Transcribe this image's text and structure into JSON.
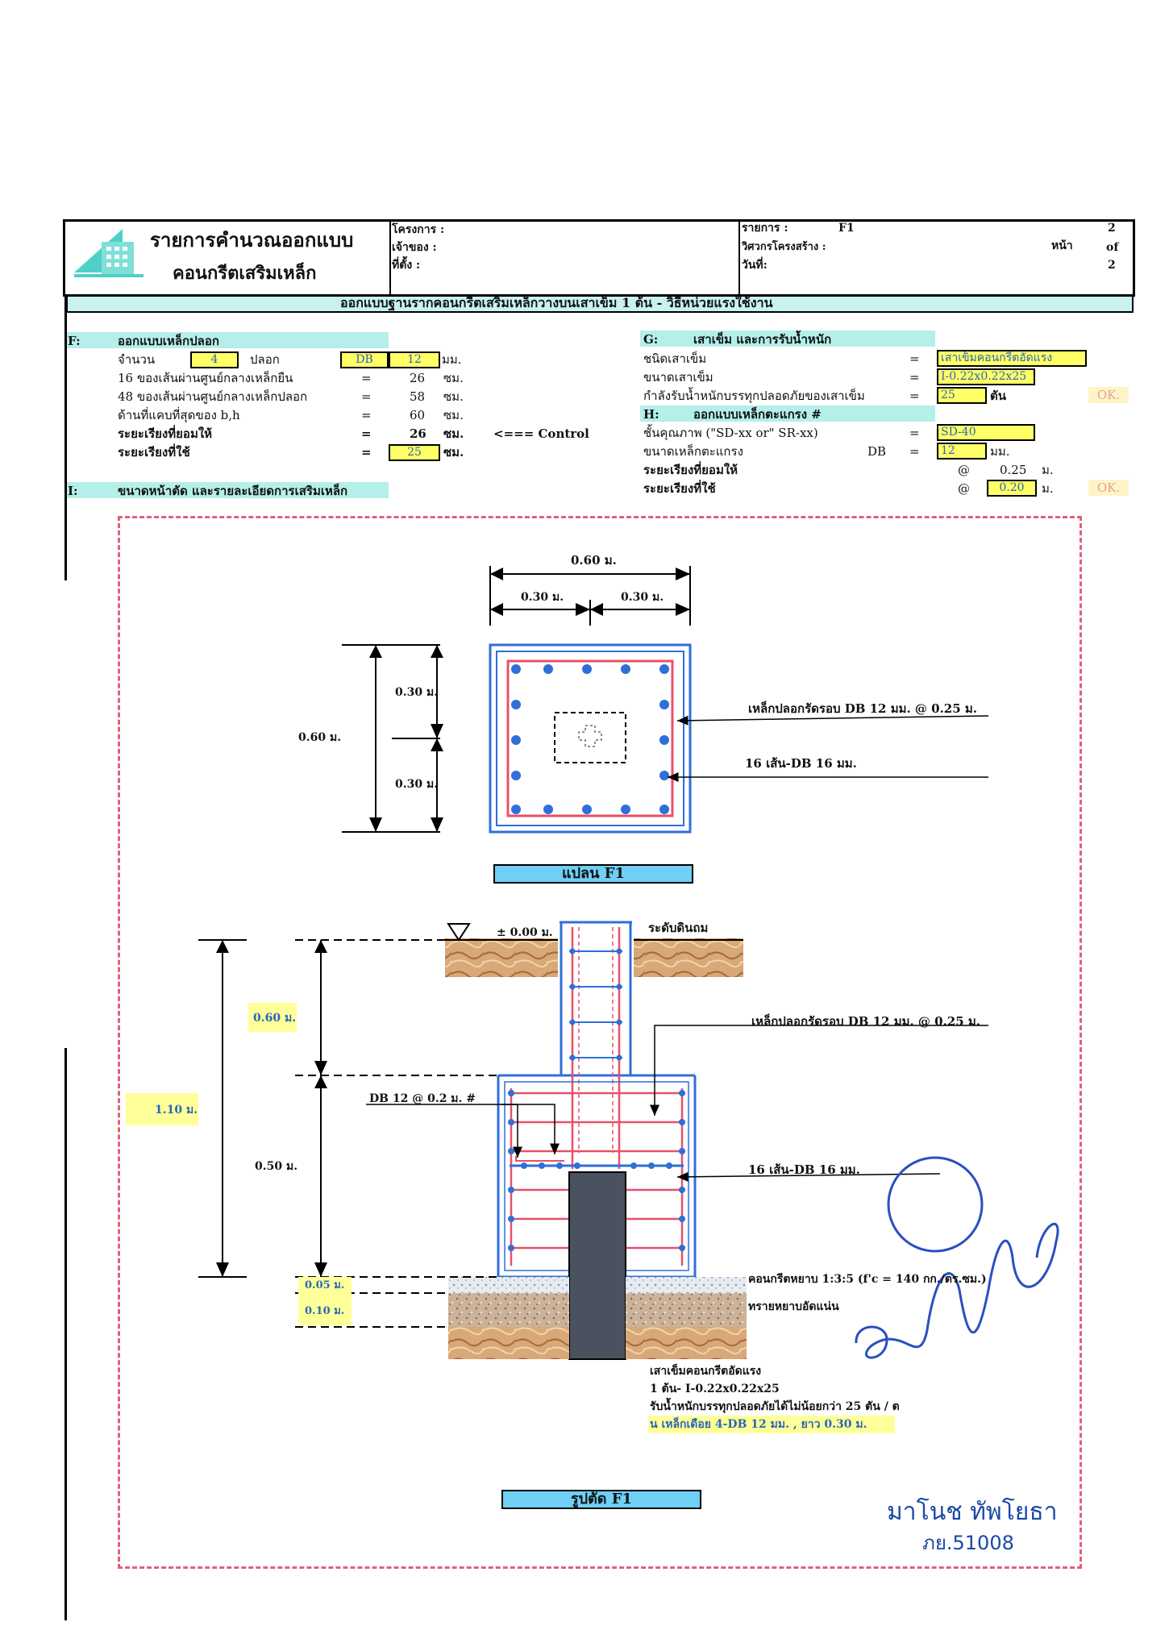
{
  "header": {
    "title_line1": "รายการคำนวณออกแบบ",
    "title_line2": "คอนกรีตเสริมเหล็ก",
    "project_label": "โครงการ :",
    "owner_label": "เจ้าของ :",
    "location_label": "ที่ตั้ง :",
    "item_label": "รายการ :",
    "item_value": "F1",
    "engineer_label": "วิศวกรโครงสร้าง :",
    "date_label": "วันที่:",
    "page_label": "หน้า",
    "page_no": "2",
    "of_label": "of",
    "page_total": "2"
  },
  "banner": "ออกแบบฐานรากคอนกรีตเสริมเหล็กวางบนเสาเข็ม 1 ต้น - วิธีหน่วยแรงใช้งาน",
  "sectionF": {
    "code": "F:",
    "title": "ออกแบบเหล็กปลอก",
    "rows": [
      {
        "label": "จำนวน",
        "v1": "4",
        "unit1": "ปลอก",
        "v2": "DB",
        "v3": "12",
        "unit": "มม."
      },
      {
        "label": "16 ของเส้นผ่านศูนย์กลางเหล็กยืน",
        "eq": "=",
        "value": "26",
        "unit": "ซม."
      },
      {
        "label": "48 ของเส้นผ่านศูนย์กลางเหล็กปลอก",
        "eq": "=",
        "value": "58",
        "unit": "ซม."
      },
      {
        "label": "ด้านที่แคบที่สุดของ b,h",
        "eq": "=",
        "value": "60",
        "unit": "ซม."
      },
      {
        "label": "ระยะเรียงที่ยอมให้",
        "eq": "=",
        "value": "26",
        "unit": "ซม.",
        "note": "<=== Control"
      },
      {
        "label": "ระยะเรียงที่ใช้",
        "eq": "=",
        "value": "25",
        "unit": "ซม."
      }
    ]
  },
  "sectionI": {
    "code": "I:",
    "title": "ขนาดหน้าตัด และรายละเอียดการเสริมเหล็ก"
  },
  "sectionG": {
    "code": "G:",
    "title": "เสาเข็ม และการรับน้ำหนัก",
    "rows": [
      {
        "label": "ชนิดเสาเข็ม",
        "eq": "=",
        "value": "เสาเข็มคอนกรีตอัดแรง"
      },
      {
        "label": "ขนาดเสาเข็ม",
        "eq": "=",
        "value": "I-0.22x0.22x25"
      },
      {
        "label": "กำลังรับน้ำหนักบรรทุกปลอดภัยของเสาเข็ม",
        "eq": "=",
        "value": "25",
        "unit": "ตัน",
        "status": "OK."
      }
    ]
  },
  "sectionH": {
    "code": "H:",
    "title": "ออกแบบเหล็กตะแกรง #",
    "rows": [
      {
        "label": "ชั้นคุณภาพ  (\"SD-xx or\" SR-xx)",
        "eq": "=",
        "value": "SD-40"
      },
      {
        "label": "ขนาดเหล็กตะแกรง",
        "mid": "DB",
        "eq": "=",
        "value": "12",
        "unit": "มม."
      },
      {
        "label": "ระยะเรียงที่ยอมให้",
        "eq": "@",
        "value": "0.25",
        "unit": "ม."
      },
      {
        "label": "ระยะเรียงที่ใช้",
        "eq": "@",
        "value": "0.20",
        "unit": "ม.",
        "status": "OK."
      }
    ]
  },
  "plan": {
    "dim_total": "0.60 ม.",
    "dim_half_left": "0.30 ม.",
    "dim_half_right": "0.30 ม.",
    "dim_v_total": "0.60 ม.",
    "dim_v_top": "0.30 ม.",
    "dim_v_bottom": "0.30 ม.",
    "callout_stirrup": "เหล็กปลอกรัดรอบ DB 12  มม. @ 0.25 ม.",
    "callout_bars": "16 เส้น-DB 16 มม.",
    "title": "แปลน F1"
  },
  "section": {
    "level": "± 0.00 ม.",
    "ground": "ระดับดินถม",
    "callout_stirrup": "เหล็กปลอกรัดรอบ DB 12  มม. @ 0.25 ม.",
    "callout_mesh": "DB 12  @ 0.2 ม.  #",
    "callout_bars": "16 เส้น-DB 16 มม.",
    "dim_060": "0.60 ม.",
    "dim_110": "1.10 ม.",
    "dim_050": "0.50 ม.",
    "dim_005": "0.05 ม.",
    "dim_010": "0.10 ม.",
    "lean_concrete": "คอนกรีตหยาบ 1:3:5 (f'c = 140 กก./ตร.ซม.)",
    "sand": "ทรายหยาบอัดแน่น",
    "pile_note1": "เสาเข็มคอนกรีตอัดแรง",
    "pile_note2": "1 ต้น- I-0.22x0.22x25",
    "pile_note3": "รับน้ำหนักบรรทุกปลอดภัยได้ไม่น้อยกว่า 25 ตัน / ต",
    "pile_note4": "น  เหล็กเดือย 4-DB 12 มม. , ยาว 0.30 ม.",
    "title": "รูปตัด F1"
  },
  "signature": {
    "name": "มาโนช  ทัพโยธา",
    "license": "ภย.51008"
  },
  "colors": {
    "frame": "#e2607a",
    "rebar_red": "#e8506a",
    "rebar_blue": "#2f6fd8",
    "title_bar": "#6fcff5",
    "highlight": "#ffff66"
  }
}
